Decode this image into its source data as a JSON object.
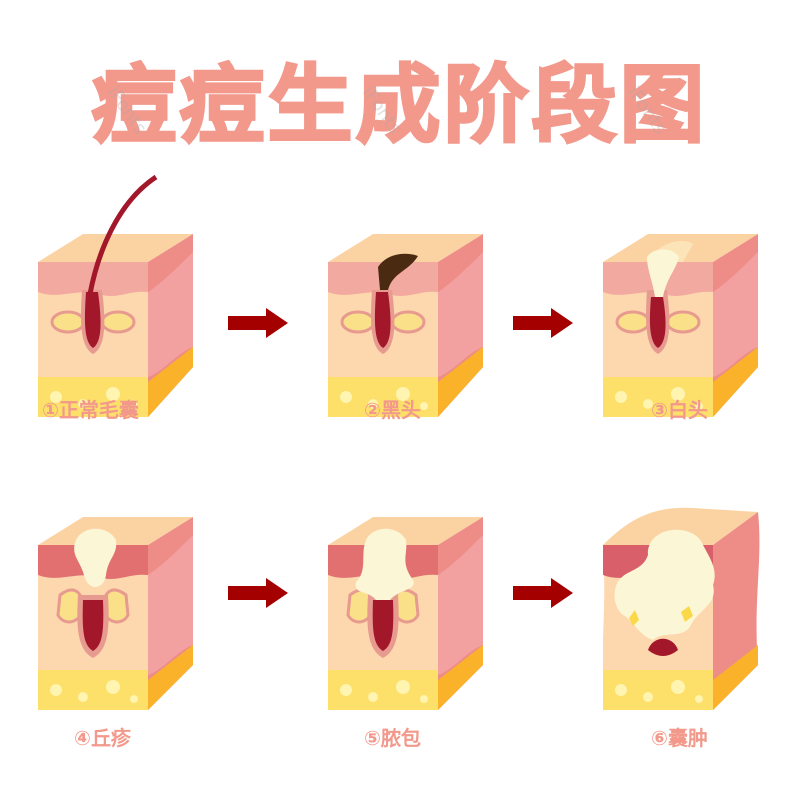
{
  "title": "痘痘生成阶段图",
  "watermark": "iFonts",
  "colors": {
    "title": "#f2998c",
    "label": "#f2998c",
    "arrow": "#a40000",
    "skin_top": "#fbd3a3",
    "epidermis": "#f2a9a0",
    "dermis": "#fdd7ae",
    "side_face": "#ee8d88",
    "fat": "#fde06a",
    "fat_side": "#f9b22a",
    "hair": "#a3172b",
    "sebum": "#fbe9a0",
    "pus": "#fbf6d6",
    "blackhead": "#4a2a10"
  },
  "stages": [
    {
      "num": "①",
      "name": "正常毛囊",
      "type": "normal"
    },
    {
      "num": "②",
      "name": "黑头",
      "type": "blackhead"
    },
    {
      "num": "③",
      "name": "白头",
      "type": "whitehead"
    },
    {
      "num": "④",
      "name": "丘疹",
      "type": "papule"
    },
    {
      "num": "⑤",
      "name": "脓包",
      "type": "pustule"
    },
    {
      "num": "⑥",
      "name": "囊肿",
      "type": "cyst"
    }
  ],
  "arrows": [
    {
      "from": 1,
      "to": 2
    },
    {
      "from": 2,
      "to": 3
    },
    {
      "from": 4,
      "to": 5
    },
    {
      "from": 5,
      "to": 6
    }
  ]
}
